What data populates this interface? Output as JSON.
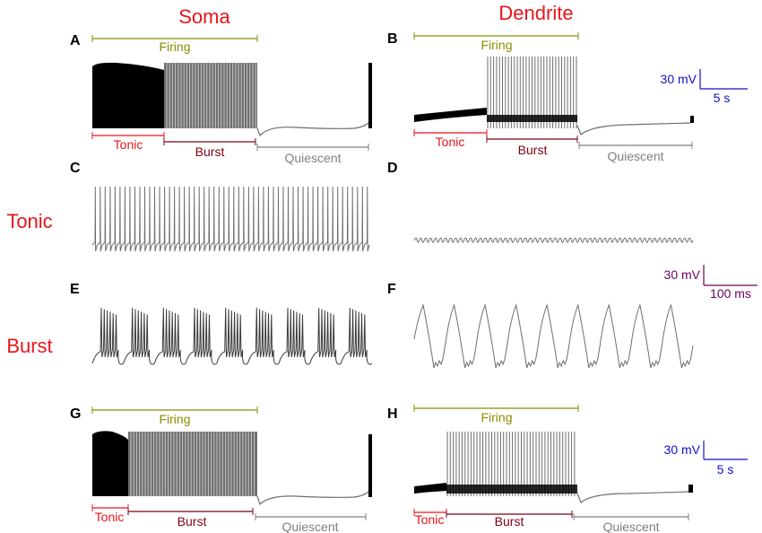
{
  "figure": {
    "column_titles": {
      "soma": "Soma",
      "dendrite": "Dendrite"
    },
    "row_titles": {
      "tonic": "Tonic",
      "burst": "Burst"
    },
    "colors": {
      "title_red": "#e8141c",
      "firing": "#8c8c00",
      "tonic": "#e8141c",
      "burst": "#7a0010",
      "quiescent": "#7f7f7f",
      "scale_blue": "#1010c8",
      "scale_purple": "#6a0060",
      "trace_dark": "#000000",
      "trace_gray": "#6e6e6e"
    },
    "panels": {
      "A": {
        "letter": "A",
        "firing": "Firing",
        "tonic": "Tonic",
        "burst": "Burst",
        "quiescent": "Quiescent"
      },
      "B": {
        "letter": "B",
        "firing": "Firing",
        "tonic": "Tonic",
        "burst": "Burst",
        "quiescent": "Quiescent"
      },
      "C": {
        "letter": "C"
      },
      "D": {
        "letter": "D"
      },
      "E": {
        "letter": "E"
      },
      "F": {
        "letter": "F"
      },
      "G": {
        "letter": "G",
        "firing": "Firing",
        "tonic": "Tonic",
        "burst": "Burst",
        "quiescent": "Quiescent"
      },
      "H": {
        "letter": "H",
        "firing": "Firing",
        "tonic": "Tonic",
        "burst": "Burst",
        "quiescent": "Quiescent"
      }
    },
    "scale_bars": {
      "top": {
        "voltage": "30 mV",
        "time": "5 s"
      },
      "middle": {
        "voltage": "30 mV",
        "time": "100 ms"
      },
      "bottom": {
        "voltage": "30 mV",
        "time": "5 s"
      }
    }
  }
}
